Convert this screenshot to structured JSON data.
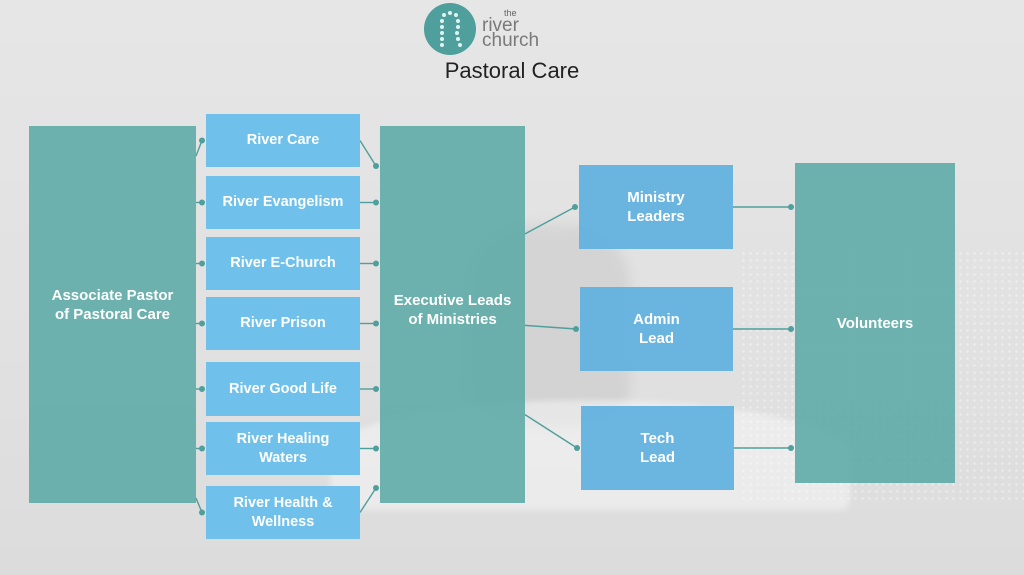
{
  "header": {
    "logo": {
      "icon": "river-r-dotted-icon",
      "line_small": "the",
      "line1": "river",
      "line2": "church"
    },
    "title": "Pastoral Care"
  },
  "colors": {
    "teal": "#5baaa6",
    "sky": "#6fc0ea",
    "lead_blue": "#60b0e0",
    "connector": "#4f9f9c",
    "background": "#e3e3e3"
  },
  "diagram": {
    "root": "Associate Pastor\nof Pastoral Care",
    "ministries": [
      "River Care",
      "River Evangelism",
      "River E-Church",
      "River Prison",
      "River Good Life",
      "River Healing\nWaters",
      "River Health &\nWellness"
    ],
    "executive": "Executive Leads\nof Ministries",
    "leads": [
      "Ministry\nLeaders",
      "Admin\nLead",
      "Tech\nLead"
    ],
    "volunteers": "Volunteers",
    "connections": [
      [
        "root",
        "ministries.0"
      ],
      [
        "root",
        "ministries.1"
      ],
      [
        "root",
        "ministries.2"
      ],
      [
        "root",
        "ministries.3"
      ],
      [
        "root",
        "ministries.4"
      ],
      [
        "root",
        "ministries.5"
      ],
      [
        "root",
        "ministries.6"
      ],
      [
        "ministries.0",
        "executive"
      ],
      [
        "ministries.1",
        "executive"
      ],
      [
        "ministries.2",
        "executive"
      ],
      [
        "ministries.3",
        "executive"
      ],
      [
        "ministries.4",
        "executive"
      ],
      [
        "ministries.5",
        "executive"
      ],
      [
        "ministries.6",
        "executive"
      ],
      [
        "executive",
        "leads.0"
      ],
      [
        "executive",
        "leads.1"
      ],
      [
        "executive",
        "leads.2"
      ],
      [
        "leads.0",
        "volunteers"
      ],
      [
        "leads.1",
        "volunteers"
      ],
      [
        "leads.2",
        "volunteers"
      ]
    ]
  }
}
